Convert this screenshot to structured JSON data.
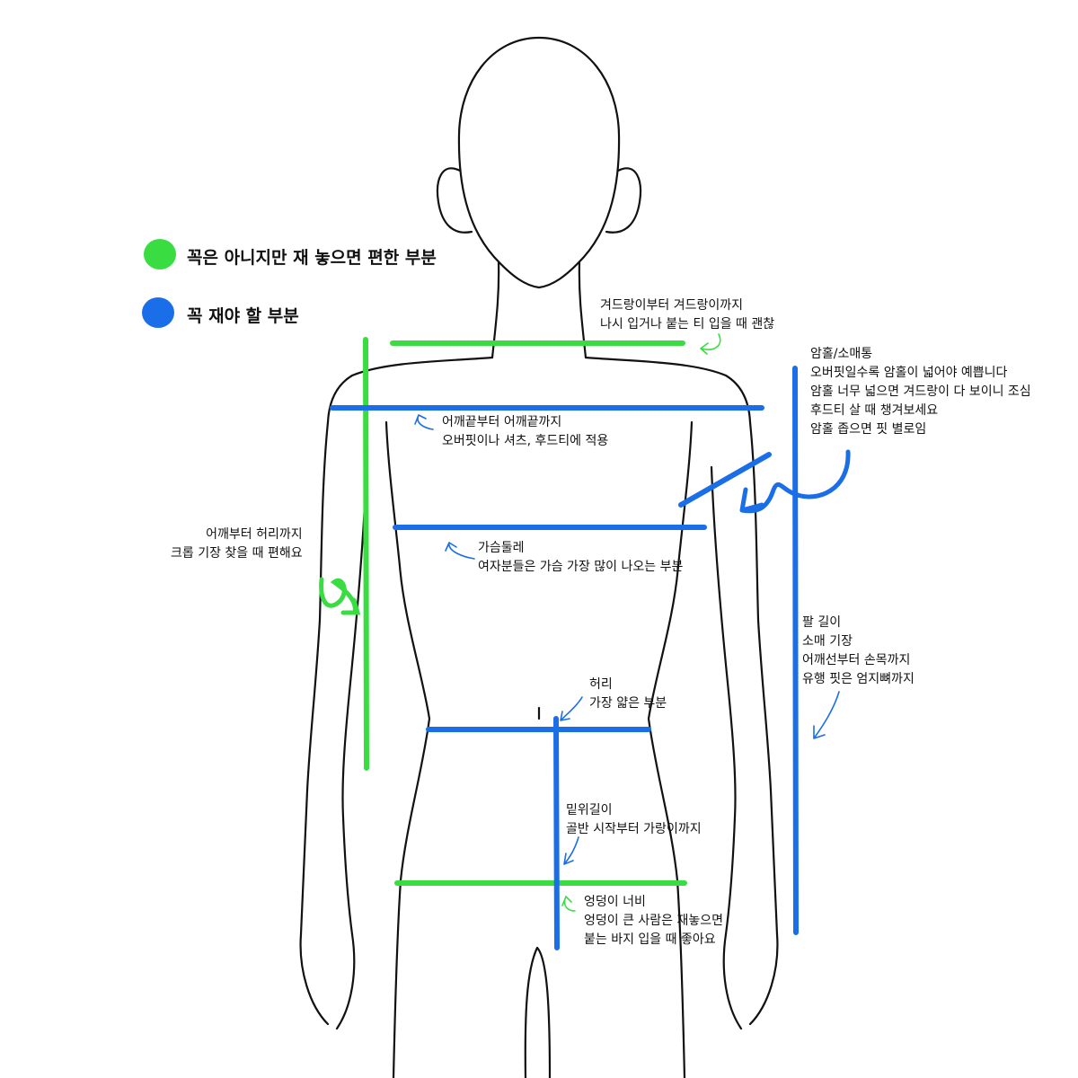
{
  "colors": {
    "green": "#39dd42",
    "blue": "#1a6ee8",
    "outline": "#111111"
  },
  "legend": {
    "green_label": "꼭은 아니지만 재 놓으면 편한 부분",
    "blue_label": "꼭 재야 할 부분"
  },
  "notes": {
    "neck": [
      "겨드랑이부터 겨드랑이까지",
      "나시 입거나 붙는 티 입을 때 괜찮"
    ],
    "shoulder": [
      "어깨끝부터 어깨끝까지",
      "오버핏이나 셔츠, 후드티에 적용"
    ],
    "armhole": [
      "암홀/소매통",
      "오버핏일수록 암홀이 넓어야 예쁩니다",
      "암홀 너무 넓으면 겨드랑이 다 보이니 조심",
      "후드티 살 때 챙겨보세요",
      "암홀 좁으면 핏 별로임"
    ],
    "length": [
      "어깨부터 허리까지",
      "크롭 기장 찾을 때 편해요"
    ],
    "chest": [
      "가슴둘레",
      "여자분들은 가슴 가장 많이 나오는 부분"
    ],
    "sleeve": [
      "팔 길이",
      "소매 기장",
      "어깨선부터 손목까지",
      "유행 핏은 엄지뼈까지"
    ],
    "waist": [
      "허리",
      "가장 얇은 부분"
    ],
    "rise": [
      "밑위길이",
      "골반 시작부터 가랑이까지"
    ],
    "hip": [
      "엉덩이 너비",
      "엉덩이 큰 사람은 재놓으면",
      "붙는 바지 입을 때 좋아요"
    ]
  }
}
